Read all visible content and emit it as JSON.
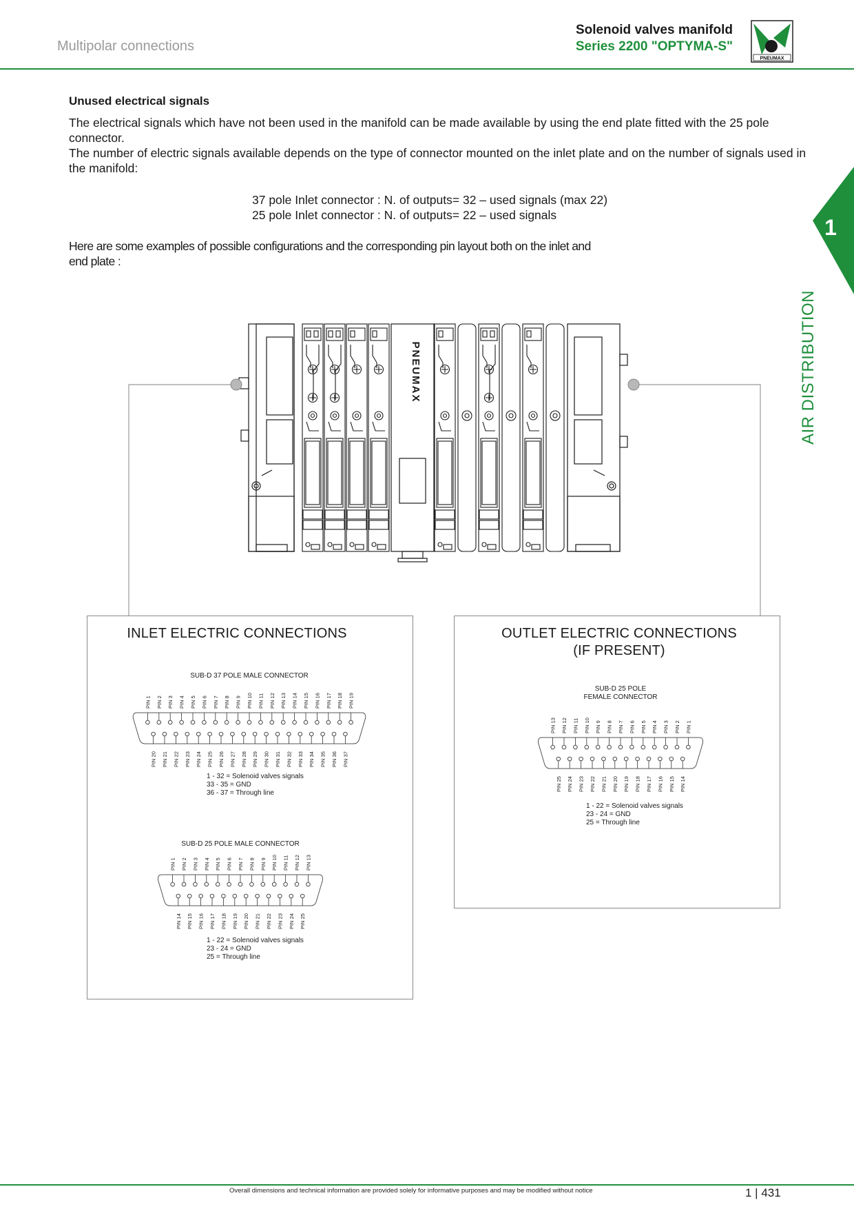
{
  "header": {
    "section": "Multipolar connections",
    "title": "Solenoid valves manifold",
    "series": "Series 2200 \"OPTYMA-S\"",
    "logo_text": "PNEUMAX",
    "tab_number": "1",
    "side_label": "AIR DISTRIBUTION"
  },
  "colors": {
    "accent": "#1f8f3c"
  },
  "content": {
    "heading": "Unused electrical signals",
    "para1": "The electrical signals which have not been used in the manifold can be made available by using the end plate fitted with the 25 pole connector.",
    "para2": "The number of electric signals available depends on the type of connector mounted on the inlet plate and on the number of signals used in the manifold:",
    "formula1": "37 pole Inlet connector : N. of outputs= 32 – used signals (max 22)",
    "formula2": "25 pole Inlet connector : N. of outputs= 22 – used signals",
    "para3": "Here are some examples of possible configurations and the corresponding pin layout both on the inlet and end plate :"
  },
  "manifold": {
    "brand": "PNEUMAX"
  },
  "inlet": {
    "title": "INLET ELECTRIC CONNECTIONS",
    "c37": {
      "caption": "SUB-D 37 POLE MALE CONNECTOR",
      "top_pins": [
        "PIN 1",
        "PIN 2",
        "PIN 3",
        "PIN 4",
        "PIN 5",
        "PIN 6",
        "PIN 7",
        "PIN 8",
        "PIN 9",
        "PIN 10",
        "PIN 11",
        "PIN 12",
        "PIN 13",
        "PIN 14",
        "PIN 15",
        "PIN 16",
        "PIN 17",
        "PIN 18",
        "PIN 19"
      ],
      "bottom_pins": [
        "PIN 20",
        "PIN 21",
        "PIN 22",
        "PIN 23",
        "PIN 24",
        "PIN 25",
        "PIN 26",
        "PIN 27",
        "PIN 28",
        "PIN 29",
        "PIN 30",
        "PIN 31",
        "PIN 32",
        "PIN 33",
        "PIN 34",
        "PIN 35",
        "PIN 36",
        "PIN 37"
      ],
      "legend": [
        "1 - 32 = Solenoid valves signals",
        "33 - 35 = GND",
        "36 - 37 = Through line"
      ]
    },
    "c25": {
      "caption": "SUB-D 25 POLE MALE CONNECTOR",
      "top_pins": [
        "PIN 1",
        "PIN 2",
        "PIN 3",
        "PIN 4",
        "PIN 5",
        "PIN 6",
        "PIN 7",
        "PIN 8",
        "PIN 9",
        "PIN 10",
        "PIN 11",
        "PIN 12",
        "PIN 13"
      ],
      "bottom_pins": [
        "PIN 14",
        "PIN 15",
        "PIN 16",
        "PIN 17",
        "PIN 18",
        "PIN 19",
        "PIN 20",
        "PIN 21",
        "PIN 22",
        "PIN 23",
        "PIN 24",
        "PIN 25"
      ],
      "legend": [
        "1 - 22 = Solenoid valves signals",
        "23 - 24 = GND",
        "25 = Through line"
      ]
    }
  },
  "outlet": {
    "title": "OUTLET ELECTRIC CONNECTIONS",
    "title2": "(IF PRESENT)",
    "c25f": {
      "caption1": "SUB-D 25 POLE",
      "caption2": "FEMALE CONNECTOR",
      "top_pins": [
        "PIN 13",
        "PIN 12",
        "PIN 11",
        "PIN 10",
        "PIN 9",
        "PIN 8",
        "PIN 7",
        "PIN 6",
        "PIN 5",
        "PIN 4",
        "PIN 3",
        "PIN 2",
        "PIN 1"
      ],
      "bottom_pins": [
        "PIN 25",
        "PIN 24",
        "PIN 23",
        "PIN 22",
        "PIN 21",
        "PIN 20",
        "PIN 19",
        "PIN 18",
        "PIN 17",
        "PIN 16",
        "PIN 15",
        "PIN 14"
      ],
      "legend": [
        "1 - 22 = Solenoid valves signals",
        "23 - 24 = GND",
        "25 = Through line"
      ]
    }
  },
  "footer": {
    "note": "Overall dimensions and technical information are provided solely for informative purposes and may be modified without notice",
    "page": "1 | 431"
  }
}
